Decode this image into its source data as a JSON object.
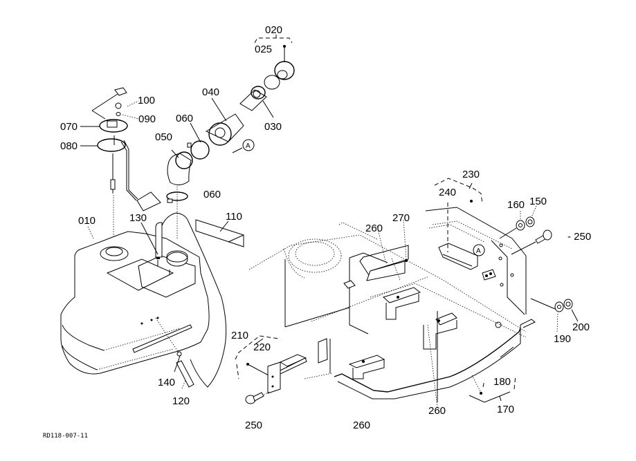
{
  "diagram": {
    "title": "Fuel tank and frame parts diagram",
    "drawing_code": "RD118-007-11",
    "reference_marker": "A",
    "labels": {
      "p020": "020",
      "p025": "025",
      "p030": "030",
      "p040": "040",
      "p050": "050",
      "p060a": "060",
      "p060b": "060",
      "p070": "070",
      "p080": "080",
      "p090": "090",
      "p100": "100",
      "p010": "010",
      "p110": "110",
      "p120": "120",
      "p130": "130",
      "p140": "140",
      "p150": "150",
      "p160": "160",
      "p170": "170",
      "p180": "180",
      "p190": "190",
      "p200": "200",
      "p210": "210",
      "p220": "220",
      "p230": "230",
      "p240": "240",
      "p250a": "- 250",
      "p250b": "250",
      "p260a": "260",
      "p260b": "260",
      "p260c": "260",
      "p270": "270"
    }
  }
}
